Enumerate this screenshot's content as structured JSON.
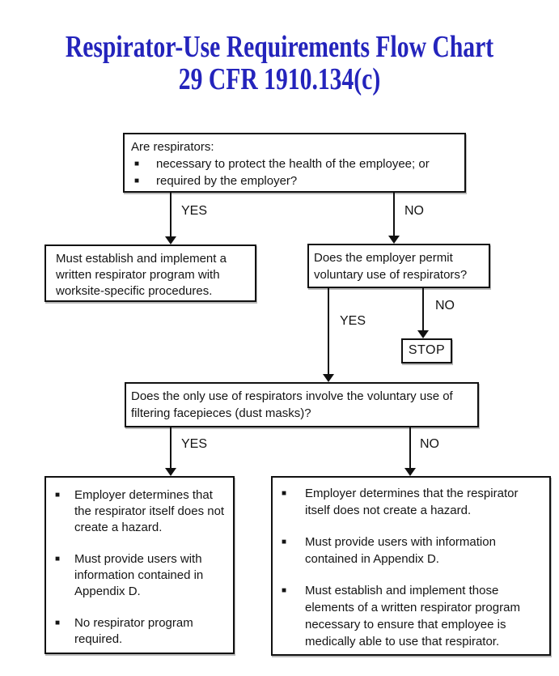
{
  "title": {
    "line1": "Respirator-Use Requirements Flow Chart",
    "line2": "29 CFR 1910.134(c)"
  },
  "colors": {
    "title_blue": "#2424BC",
    "line_black": "#111111",
    "background": "#FFFFFF"
  },
  "glyphs": {
    "bullet": "■"
  },
  "labels": {
    "yes1": "YES",
    "no1": "NO",
    "yes2": "YES",
    "no2": "NO",
    "yes3": "YES",
    "no3": "NO"
  },
  "boxes": {
    "q1": {
      "intro": "Are respirators:",
      "bullets": [
        "necessary to protect the health of the employee; or",
        "required by the employer?"
      ]
    },
    "program": {
      "text": "Must establish and implement a written respirator program with worksite-specific procedures."
    },
    "q2": {
      "text": "Does the employer permit voluntary use of respirators?"
    },
    "stop": {
      "text": "STOP"
    },
    "q3": {
      "text": "Does the only use of respirators involve the voluntary use of filtering facepieces (dust masks)?"
    },
    "voluntary_yes": {
      "bullets": [
        "Employer determines that the respirator itself does not create a hazard.",
        "Must provide users with information contained in Appendix D.",
        "No respirator program required."
      ]
    },
    "voluntary_no": {
      "bullets": [
        "Employer determines that the respirator itself does not create a hazard.",
        "Must provide users with information contained in Appendix D.",
        "Must establish and implement those elements of a written respirator program necessary to ensure that employee is medically able to use that respirator."
      ]
    }
  }
}
